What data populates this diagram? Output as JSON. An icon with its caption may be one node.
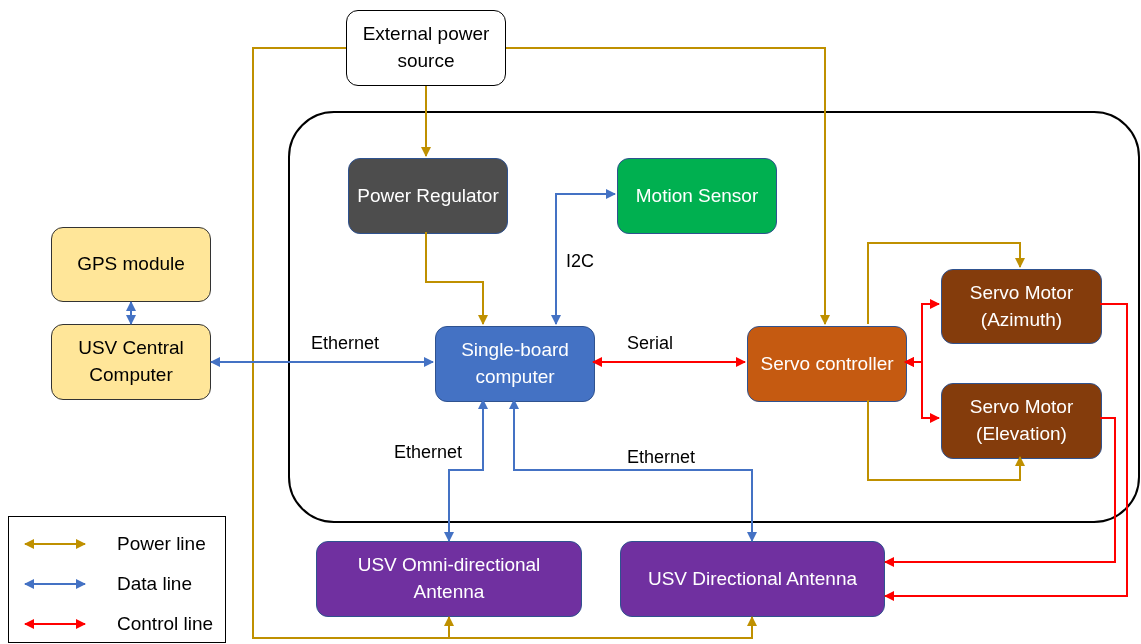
{
  "diagram": {
    "nodes": [
      {
        "text": [
          "External power source"
        ]
      },
      {
        "text": [],
        "shape": "box"
      },
      {
        "text": [
          "Power Regulator"
        ],
        "in": 1
      },
      {
        "text": [
          "Motion Sensor"
        ],
        "in": 1
      },
      {
        "text": [
          "GPS module"
        ]
      },
      {
        "text": [
          "USV Central Computer"
        ]
      },
      {
        "text": [
          "Single-board computer"
        ],
        "in": 1
      },
      {
        "text": [
          "Servo controller"
        ],
        "in": 1
      },
      {
        "text": [
          "Servo Motor (Azimuth)"
        ],
        "in": 1
      },
      {
        "text": [
          "Servo Motor (Elevation)"
        ],
        "in": 1
      },
      {
        "text": [
          "USV Omni-directional Antenna"
        ]
      },
      {
        "text": [
          "USV Directional Antenna"
        ]
      }
    ],
    "edges": [
      {
        "from": 0,
        "to": 2,
        "arrow": "to"
      },
      {
        "from": 0,
        "to": 7,
        "arrow": "to"
      },
      {
        "from": 0,
        "to": 10,
        "arrow": "to"
      },
      {
        "from": 0,
        "to": 11,
        "arrow": "to"
      },
      {
        "from": 2,
        "to": 6,
        "arrow": "to"
      },
      {
        "from": 7,
        "to": 8,
        "arrow": "to"
      },
      {
        "from": 7,
        "to": 9,
        "arrow": "to"
      },
      {
        "from": 4,
        "to": 5,
        "arrow": "both",
        "color": "#4472c4"
      },
      {
        "from": 5,
        "to": 6,
        "arrow": "both",
        "label": "Ethernet",
        "color": "#4472c4"
      },
      {
        "from": 6,
        "to": 3,
        "arrow": "both",
        "label": "I2C",
        "color": "#4472c4"
      },
      {
        "from": 6,
        "to": 10,
        "arrow": "both",
        "label": "Ethernet",
        "color": "#4472c4"
      },
      {
        "from": 6,
        "to": 11,
        "arrow": "both",
        "label": "Ethernet",
        "color": "#4472c4"
      },
      {
        "from": 6,
        "to": 7,
        "arrow": "both",
        "label": "Serial",
        "color": "#ff0000"
      },
      {
        "from": 7,
        "to": 8,
        "arrow": "both",
        "color": "#ff0000"
      },
      {
        "from": 7,
        "to": 9,
        "arrow": "both",
        "color": "#ff0000"
      },
      {
        "from": 8,
        "to": 11,
        "arrow": "to",
        "color": "#ff0000"
      },
      {
        "from": 9,
        "to": 11,
        "arrow": "to",
        "color": "#ff0000"
      }
    ],
    "legend": [
      {
        "text": "Power line"
      },
      {
        "text": "Data line"
      },
      {
        "text": "Control line"
      }
    ]
  }
}
